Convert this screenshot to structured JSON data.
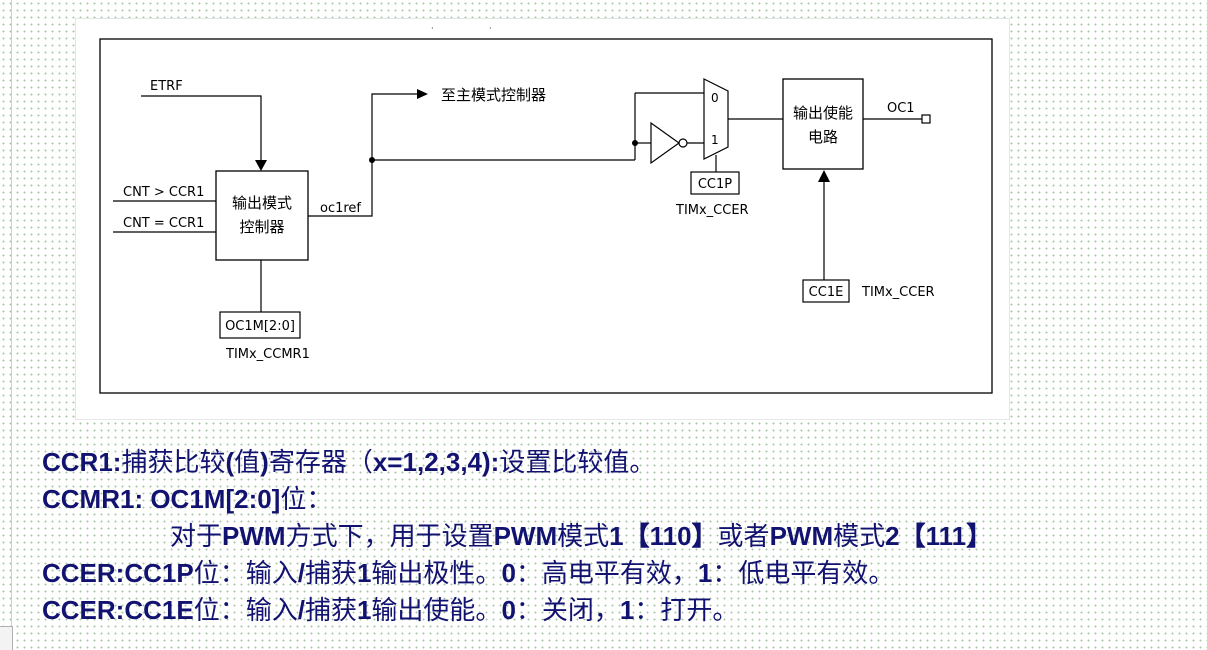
{
  "diagram": {
    "labels": {
      "etrf": "ETRF",
      "cnt_gt_ccr1": "CNT > CCR1",
      "cnt_eq_ccr1": "CNT = CCR1",
      "mode_ctrl_line1": "输出模式",
      "mode_ctrl_line2": "控制器",
      "oc1ref": "oc1ref",
      "to_master": "至主模式控制器",
      "mux_in0": "0",
      "mux_in1": "1",
      "enable_line1": "输出使能",
      "enable_line2": "电路",
      "oc1": "OC1",
      "cc1p": "CC1P",
      "timx_ccer_a": "TIMx_CCER",
      "cc1e": "CC1E",
      "timx_ccer_b": "TIMx_CCER",
      "oc1m": "OC1M[2:0]",
      "timx_ccmr1": "TIMx_CCMR1"
    }
  },
  "notes": {
    "line1": {
      "b1": "CCR1:",
      "t1": "捕获比较",
      "b2": "(",
      "t2": "值",
      "b3": ")",
      "t3": "寄存器（",
      "b4": "x=1,2,3,4):",
      "t4": "设置比较值。"
    },
    "line2": {
      "b1": "CCMR1: OC1M[2:0]",
      "t1": "位："
    },
    "line3": {
      "t1": "对于",
      "b1": "PWM",
      "t2": "方式下，用于设置",
      "b2": "PWM",
      "t3": "模式",
      "b3": "1【110】",
      "t4": "或者",
      "b4": "PWM",
      "t5": "模式",
      "b5": "2【111】"
    },
    "line4": {
      "b1": "CCER:CC1P",
      "t1": "位：输入",
      "b2": "/",
      "t2": "捕获",
      "b3": "1",
      "t3": "输出极性。",
      "b4": "0",
      "t4": "：高电平有效，",
      "b5": "1",
      "t5": "：低电平有效。"
    },
    "line5": {
      "b1": "CCER:CC1E",
      "t1": "位：输入",
      "b2": "/",
      "t2": "捕获",
      "b3": "1",
      "t3": "输出使能。",
      "b4": "0",
      "t4": "：关闭，",
      "b5": "1",
      "t5": "：打开。"
    }
  }
}
